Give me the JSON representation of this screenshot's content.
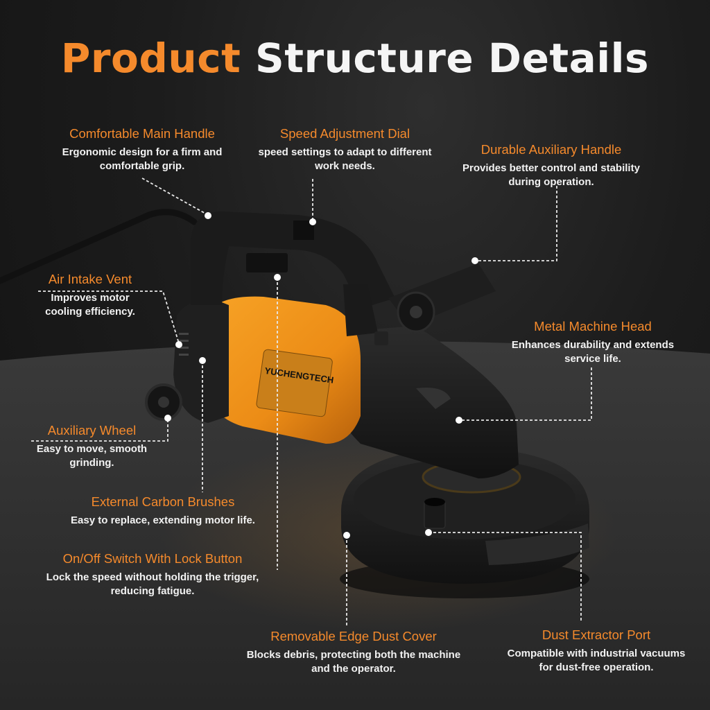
{
  "title": {
    "part1": "Product",
    "part2": "Structure Details"
  },
  "brand": {
    "name": "YUCHENGTECH"
  },
  "colors": {
    "accent": "#f58a2c",
    "text": "#f2f2f2",
    "machine": "#1b1b1b",
    "body": "#f29a1f"
  },
  "features": {
    "main_handle": {
      "heading": "Comfortable Main Handle",
      "line1": "Ergonomic design for a firm and",
      "line2": "comfortable grip."
    },
    "speed_dial": {
      "heading": "Speed Adjustment Dial",
      "line1": "speed settings to adapt to different",
      "line2": "work needs."
    },
    "aux_handle": {
      "heading": "Durable Auxiliary Handle",
      "line1": "Provides better control and stability",
      "line2": "during operation."
    },
    "air_vent": {
      "heading": "Air Intake Vent",
      "line1": "Improves motor",
      "line2": "cooling efficiency."
    },
    "machine_head": {
      "heading": "Metal Machine Head",
      "line1": "Enhances durability and extends",
      "line2": "service life."
    },
    "aux_wheel": {
      "heading": "Auxiliary Wheel",
      "line1": "Easy to move, smooth",
      "line2": "grinding."
    },
    "carbon_brushes": {
      "heading": "External Carbon Brushes",
      "line1": "Easy to replace, extending motor life."
    },
    "switch": {
      "heading": "On/Off Switch With Lock Button",
      "line1": "Lock the speed without holding the trigger,",
      "line2": "reducing fatigue."
    },
    "dust_cover": {
      "heading": "Removable Edge Dust Cover",
      "line1": "Blocks debris, protecting both the machine",
      "line2": "and the operator."
    },
    "dust_port": {
      "heading": "Dust Extractor Port",
      "line1": "Compatible with industrial vacuums",
      "line2": "for dust-free operation."
    }
  }
}
